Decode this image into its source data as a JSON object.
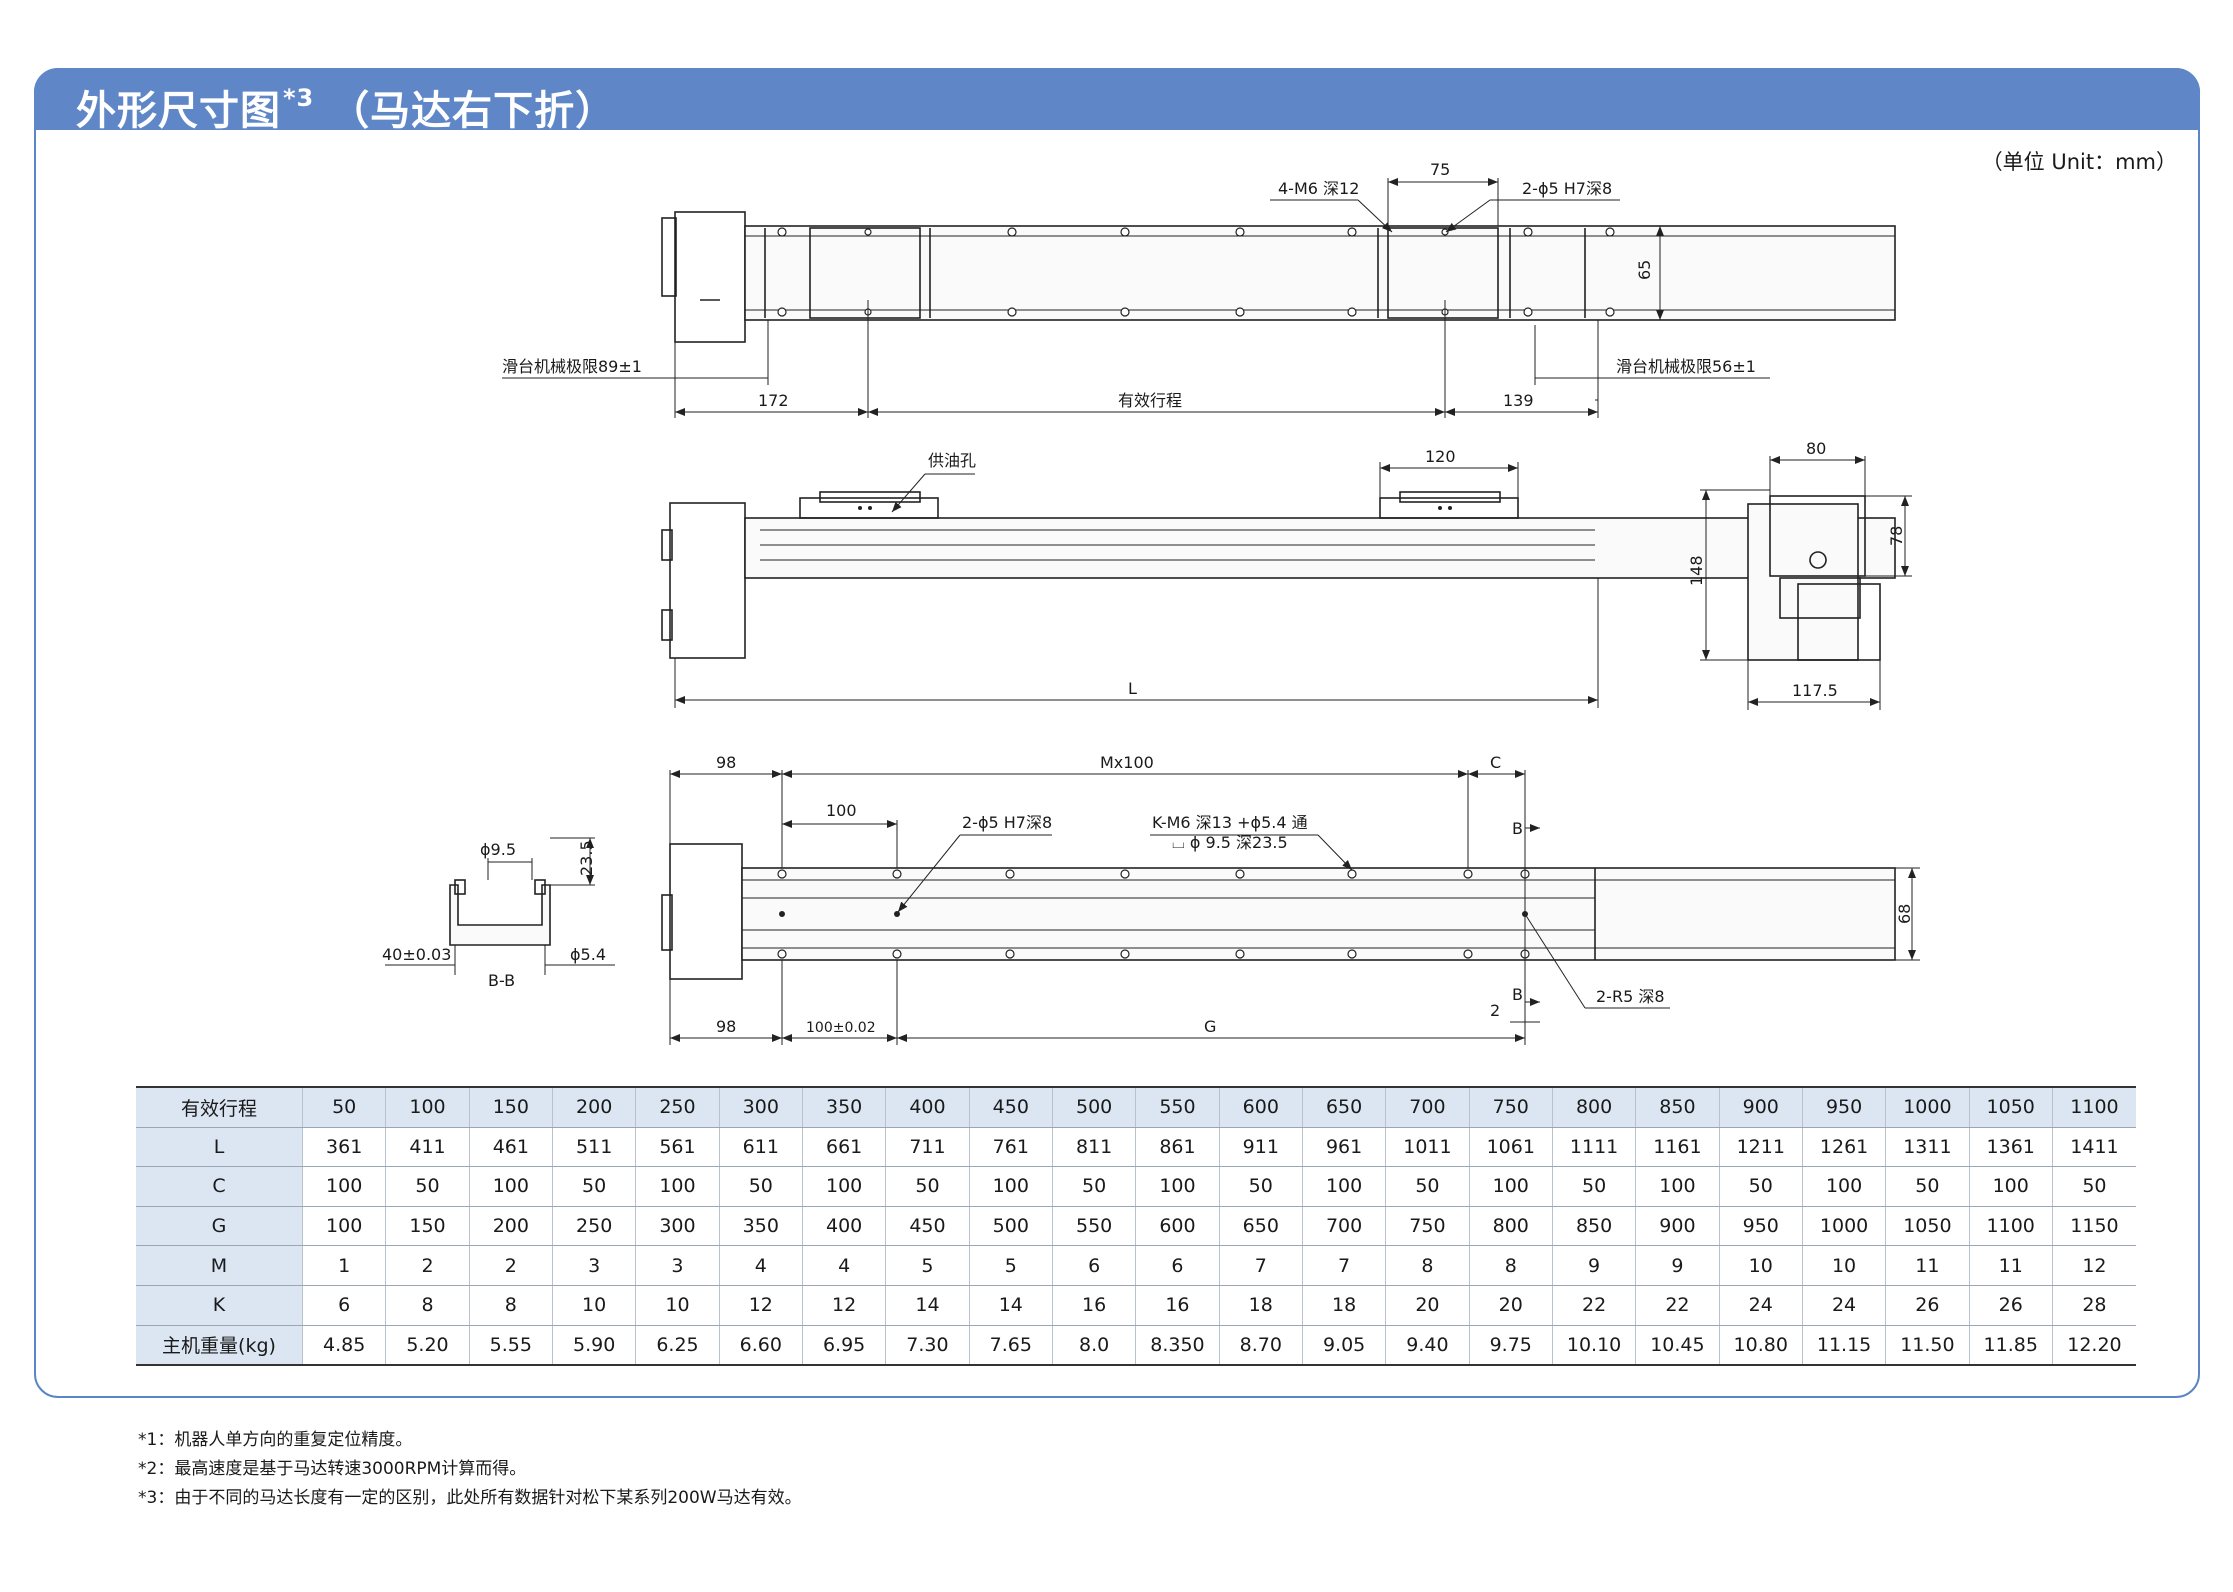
{
  "header": {
    "title": "外形尺寸图",
    "title_sup": "*3",
    "title_suffix": "（马达右下折）"
  },
  "unit_note": "（单位 Unit：mm）",
  "top_view": {
    "m6": "4-M6 深12",
    "d75": "75",
    "pin": "2-ϕ5 H7深8",
    "d65": "65",
    "limit_left": "滑台机械极限89±1",
    "limit_right": "滑台机械极限56±1",
    "d172": "172",
    "stroke": "有效行程",
    "d139": "139"
  },
  "side_view": {
    "oil": "供油孔",
    "d120": "120",
    "L": "L"
  },
  "end_view": {
    "d80": "80",
    "d78": "78",
    "d148": "148",
    "d117": "117.5"
  },
  "section_view": {
    "d95": "ϕ9.5",
    "d235": "23.5",
    "d40": "40±0.03",
    "d54": "ϕ5.4",
    "bb": "B-B"
  },
  "base_view": {
    "d98_top": "98",
    "mx100": "Mx100",
    "C": "C",
    "d100": "100",
    "pin": "2-ϕ5 H7深8",
    "km6": "K-M6 深13 +ϕ5.4 通",
    "cbore": "⌴ ϕ 9.5 深23.5",
    "B_top": "B",
    "B_bot": "B",
    "d68": "68",
    "r5": "2-R5 深8",
    "d98_bot": "98",
    "d100t": "100±0.02",
    "G": "G",
    "d2": "2"
  },
  "spec_table": {
    "rows": [
      {
        "label": "有效行程",
        "values": [
          "50",
          "100",
          "150",
          "200",
          "250",
          "300",
          "350",
          "400",
          "450",
          "500",
          "550",
          "600",
          "650",
          "700",
          "750",
          "800",
          "850",
          "900",
          "950",
          "1000",
          "1050",
          "1100"
        ]
      },
      {
        "label": "L",
        "values": [
          "361",
          "411",
          "461",
          "511",
          "561",
          "611",
          "661",
          "711",
          "761",
          "811",
          "861",
          "911",
          "961",
          "1011",
          "1061",
          "1111",
          "1161",
          "1211",
          "1261",
          "1311",
          "1361",
          "1411"
        ]
      },
      {
        "label": "C",
        "values": [
          "100",
          "50",
          "100",
          "50",
          "100",
          "50",
          "100",
          "50",
          "100",
          "50",
          "100",
          "50",
          "100",
          "50",
          "100",
          "50",
          "100",
          "50",
          "100",
          "50",
          "100",
          "50"
        ]
      },
      {
        "label": "G",
        "values": [
          "100",
          "150",
          "200",
          "250",
          "300",
          "350",
          "400",
          "450",
          "500",
          "550",
          "600",
          "650",
          "700",
          "750",
          "800",
          "850",
          "900",
          "950",
          "1000",
          "1050",
          "1100",
          "1150"
        ]
      },
      {
        "label": "M",
        "values": [
          "1",
          "2",
          "2",
          "3",
          "3",
          "4",
          "4",
          "5",
          "5",
          "6",
          "6",
          "7",
          "7",
          "8",
          "8",
          "9",
          "9",
          "10",
          "10",
          "11",
          "11",
          "12"
        ]
      },
      {
        "label": "K",
        "values": [
          "6",
          "8",
          "8",
          "10",
          "10",
          "12",
          "12",
          "14",
          "14",
          "16",
          "16",
          "18",
          "18",
          "20",
          "20",
          "22",
          "22",
          "24",
          "24",
          "26",
          "26",
          "28"
        ]
      },
      {
        "label": "主机重量(kg)",
        "values": [
          "4.85",
          "5.20",
          "5.55",
          "5.90",
          "6.25",
          "6.60",
          "6.95",
          "7.30",
          "7.65",
          "8.0",
          "8.350",
          "8.70",
          "9.05",
          "9.40",
          "9.75",
          "10.10",
          "10.45",
          "10.80",
          "11.15",
          "11.50",
          "11.85",
          "12.20"
        ]
      }
    ]
  },
  "footnotes": [
    "*1：机器人单方向的重复定位精度。",
    "*2：最高速度是基于马达转速3000RPM计算而得。",
    "*3：由于不同的马达长度有一定的区别，此处所有数据针对松下某系列200W马达有效。"
  ]
}
